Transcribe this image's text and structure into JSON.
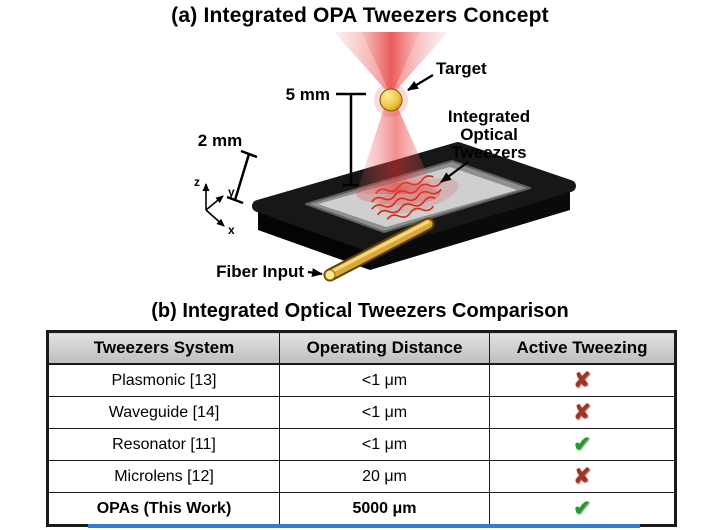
{
  "part_a": {
    "title": "(a) Integrated OPA Tweezers Concept",
    "labels": {
      "target": "Target",
      "five_mm": "5 mm",
      "two_mm": "2 mm",
      "tweezers_line1": "Integrated",
      "tweezers_line2": "Optical",
      "tweezers_line3": "Tweezers",
      "fiber_input": "Fiber Input",
      "axis_z": "z",
      "axis_y": "y",
      "axis_x": "x"
    }
  },
  "part_b": {
    "title": "(b) Integrated Optical Tweezers Comparison",
    "table": {
      "columns": [
        "Tweezers System",
        "Operating Distance",
        "Active Tweezing"
      ],
      "rows": [
        {
          "system": "Plasmonic [13]",
          "distance": "<1 μm",
          "mark": "✘",
          "mark_class": "cross"
        },
        {
          "system": "Waveguide [14]",
          "distance": "<1 μm",
          "mark": "✘",
          "mark_class": "cross"
        },
        {
          "system": "Resonator [11]",
          "distance": "<1 μm",
          "mark": "✔",
          "mark_class": "check"
        },
        {
          "system": "Microlens [12]",
          "distance": "20 μm",
          "mark": "✘",
          "mark_class": "cross"
        },
        {
          "system": "OPAs (This Work)",
          "distance": "5000 μm",
          "mark": "✔",
          "mark_class": "check"
        }
      ]
    }
  },
  "colors": {
    "check_green": "#229a2f",
    "cross_red": "#a33327",
    "beam_red": "#e63232",
    "target_gold": "#f0c23c",
    "chip_black": "#171717",
    "bottom_line_blue": "#2f7fd6"
  }
}
